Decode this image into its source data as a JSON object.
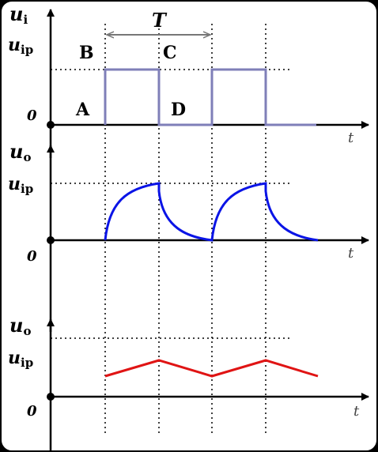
{
  "labels": {
    "period": "T",
    "t_axis": "t",
    "zero": "0",
    "ui_main": "u",
    "ui_sub": "i",
    "uo_main": "u",
    "uo_sub": "o",
    "uip_main": "u",
    "uip_sub": "ip"
  },
  "points": {
    "A": "A",
    "B": "B",
    "C": "C",
    "D": "D"
  },
  "colors": {
    "background": "#ffffff",
    "frame": "#000000",
    "axis": "#000000",
    "guide": "#000000",
    "input_pulse": "#7f7fb8",
    "output_rc": "#0a14e6",
    "output_tri": "#e01414",
    "period_arrow": "#777777"
  }
}
